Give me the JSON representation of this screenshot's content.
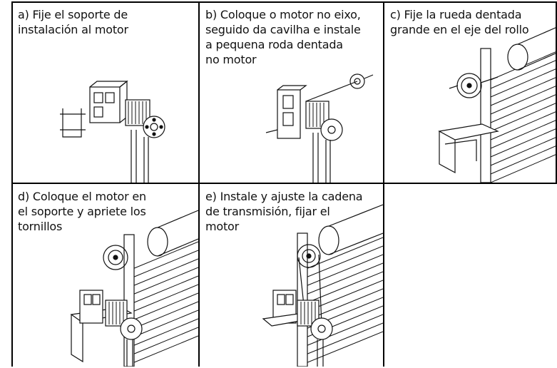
{
  "steps": [
    {
      "caption": "a) Fije el soporte de\ninstalación al motor"
    },
    {
      "caption": "b) Coloque o motor no eixo,\nseguido da cavilha e instale\na pequena roda dentada\nno motor"
    },
    {
      "caption": "c) Fije la rueda dentada\ngrande en el eje del rollo"
    },
    {
      "caption": "d) Coloque el motor en\nel soporte y apriete los\ntornillos"
    },
    {
      "caption": "e) Instale y ajuste la cadena\nde transmisión, fijar el\nmotor"
    }
  ]
}
